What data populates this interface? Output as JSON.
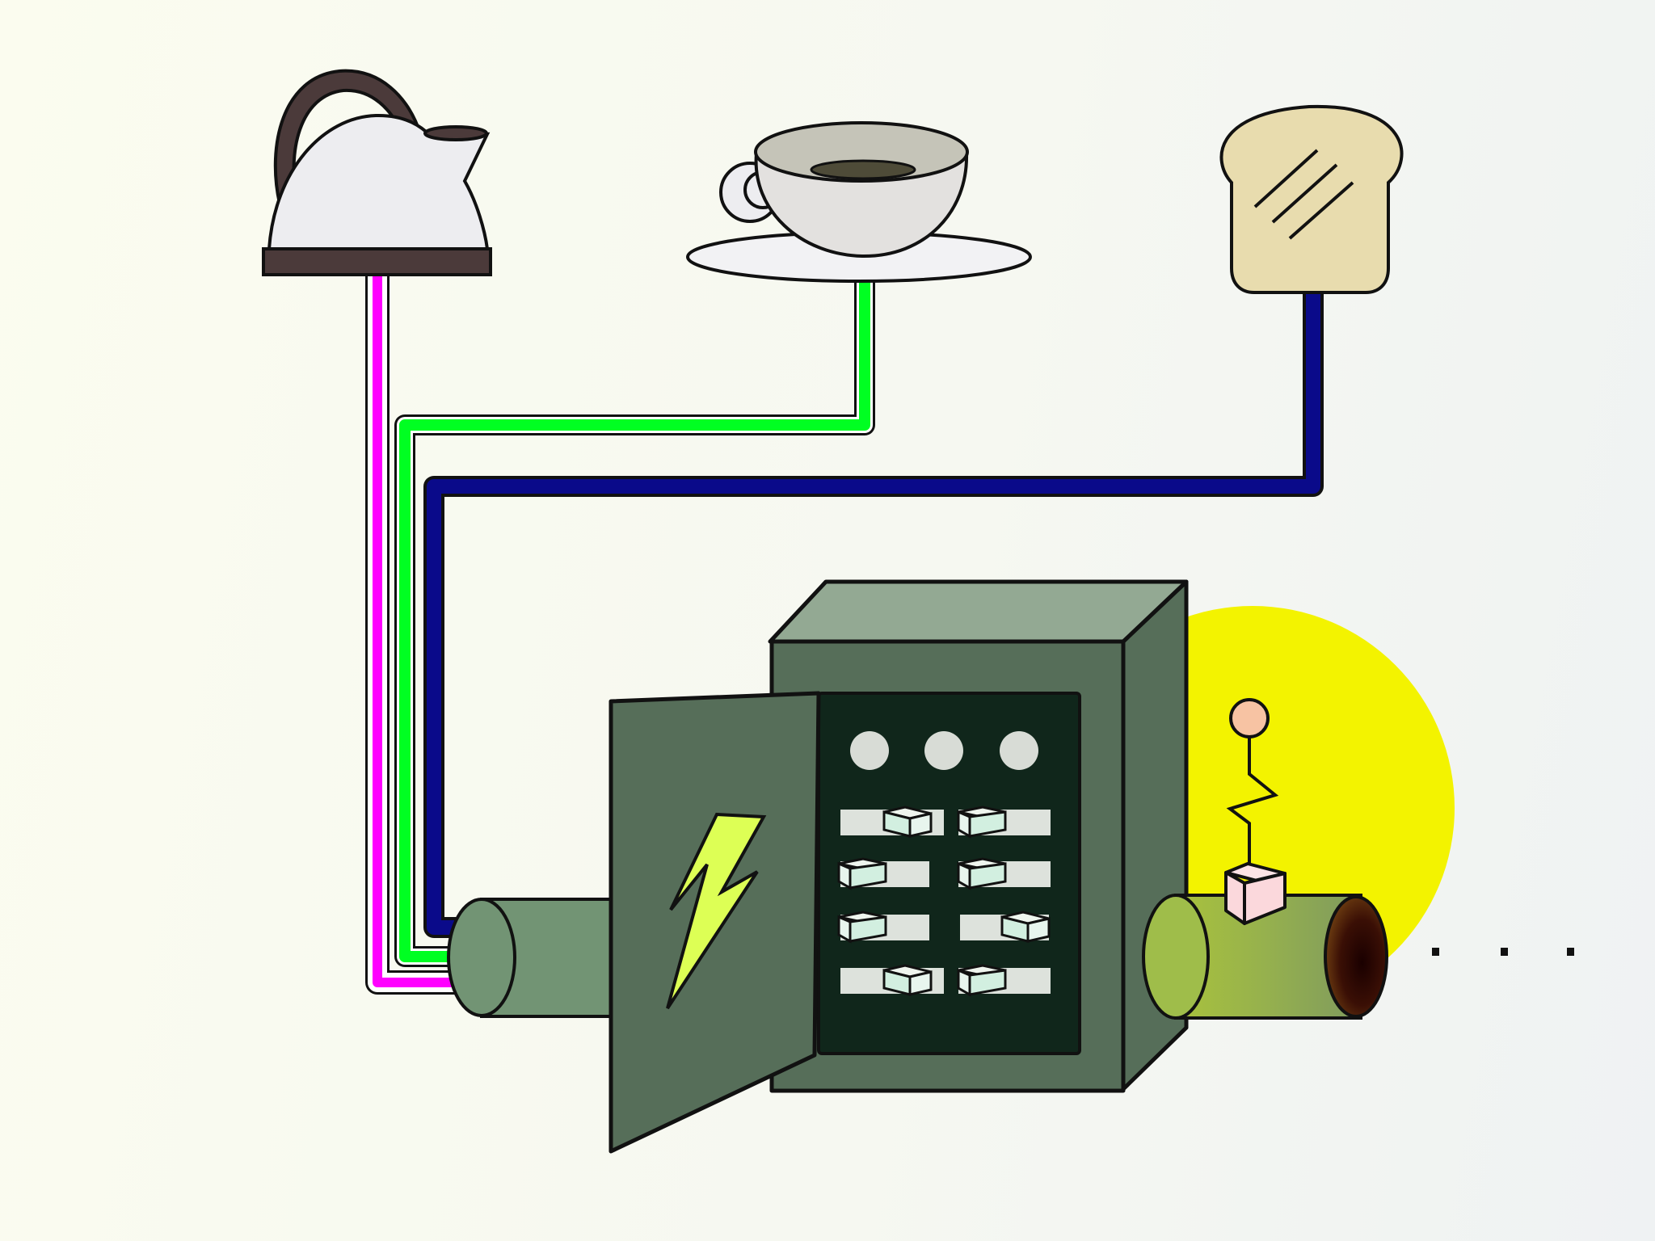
{
  "colors": {
    "kettle_cable": "#ff00ff",
    "teacup_cable": "#00ff22",
    "toaster_cable": "#0a0a8a",
    "cabinet_body": "#566e59",
    "cabinet_top": "#93a993",
    "cabinet_panel": "#10261b",
    "bolt": "#ddff55",
    "glow": "#f3f300",
    "pipe": "#729474",
    "ball": "#f7c3a3",
    "cube": "#fbd8dc"
  },
  "appliances": [
    "kettle-icon",
    "teacup-icon",
    "toast-icon"
  ],
  "panel": {
    "indicator_lights": 3,
    "switch_rows": 4,
    "switch_columns": 2
  }
}
